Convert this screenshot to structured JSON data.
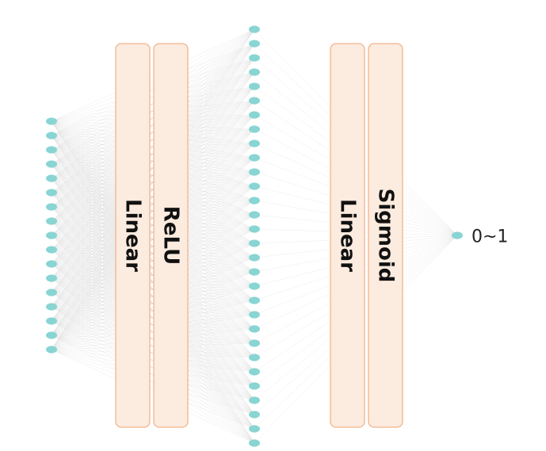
{
  "diagram": {
    "layers": [
      {
        "name": "input-layer",
        "nodes": 17
      },
      {
        "name": "hidden-layer",
        "nodes": 30
      },
      {
        "name": "output-layer",
        "nodes": 1
      }
    ],
    "blocks": [
      {
        "name": "linear-block-1",
        "label": "Linear"
      },
      {
        "name": "relu-block",
        "label": "ReLU"
      },
      {
        "name": "linear-block-2",
        "label": "Linear"
      },
      {
        "name": "sigmoid-block",
        "label": "Sigmoid"
      }
    ],
    "output_label": "0~1",
    "colors": {
      "node": "#88d5d3",
      "block_fill": "#fcebdf",
      "block_border": "#f2b48a",
      "edge": "#c8c8c8",
      "text": "#111111"
    }
  }
}
